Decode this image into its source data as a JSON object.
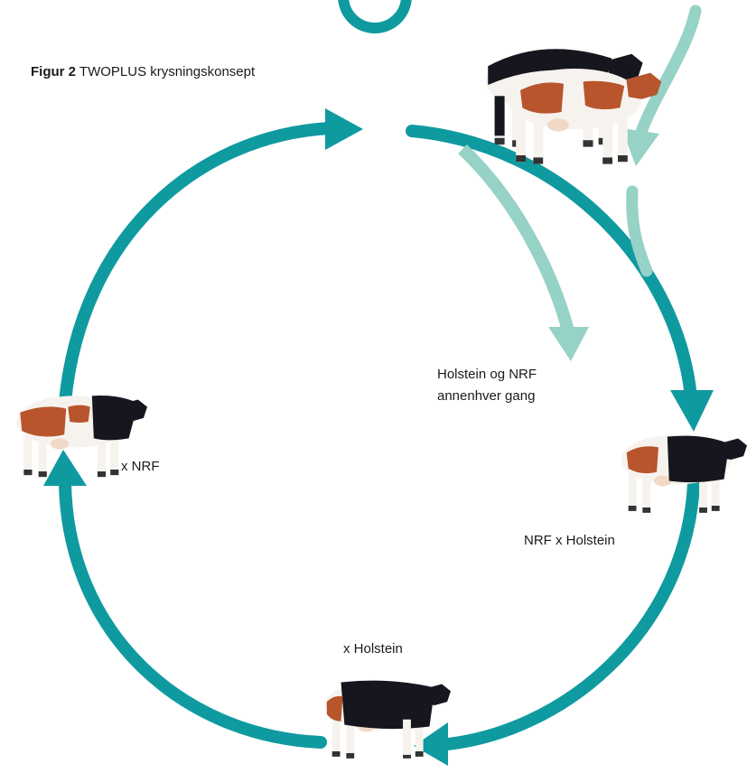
{
  "caption": {
    "prefix": "Figur 2",
    "title": "TWOPLUS krysningskonsept"
  },
  "labels": {
    "alternating_line1": "Holstein og NRF",
    "alternating_line2": "annenhver gang",
    "right_cross": "NRF x Holstein",
    "bottom_cross": "x Holstein",
    "left_cross": "x NRF"
  },
  "colors": {
    "cycle_arrow": "#0f9aa0",
    "input_arrow": "#96d2c6",
    "red_patch": "#b8552c",
    "black_patch": "#16161e",
    "white_coat": "#f6f3ee"
  },
  "cows": [
    {
      "name": "breeding-pair",
      "description_icon": "cow-pair-icon"
    },
    {
      "name": "nrf-holstein-cross",
      "description_icon": "cow-icon"
    },
    {
      "name": "holstein-back-cross",
      "description_icon": "cow-icon"
    },
    {
      "name": "nrf-back-cross",
      "description_icon": "cow-icon"
    }
  ]
}
